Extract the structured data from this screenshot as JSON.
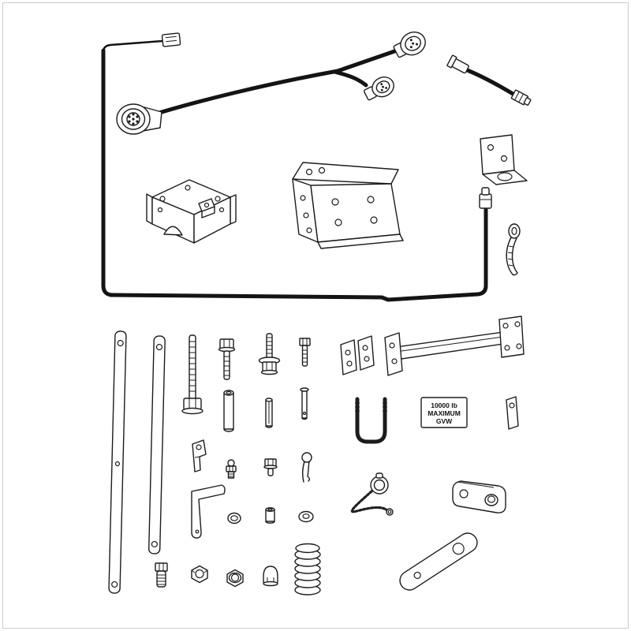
{
  "page": {
    "background": "#ffffff",
    "frame_color": "#cccccc"
  },
  "diagram": {
    "type": "parts-illustration",
    "subject": "trailer-hitch-wiring-and-hardware-kit",
    "line_color": "#1c1c1c",
    "cable_color": "#141414",
    "label_plate": {
      "line1": "10000 lb",
      "line2": "MAXIMUM",
      "line3": "GVW"
    },
    "parts": [
      "wiring-harness-cable",
      "harness-connector-round-left",
      "harness-connector-round-top",
      "harness-connector-round-mid",
      "harness-flat-connector-top-left",
      "harness-breakaway-connector-right",
      "jumper-cable",
      "angle-bracket",
      "receiver-channel-bracket",
      "mounting-bracket",
      "cable-tie",
      "side-strap-long",
      "side-strap-short",
      "carriage-bolt-long",
      "hex-bolt-medium",
      "flange-bolt",
      "hex-bolt-small",
      "mounting-plate-pair",
      "crossbar-with-end-plates",
      "spacer-tube",
      "roll-pin",
      "clevis-pin",
      "u-bolt",
      "gvw-rating-label",
      "shim-plate",
      "wiring-clip",
      "grease-fitting",
      "set-screw",
      "hitch-pin-clip",
      "dust-cap-with-chain",
      "clevis-block",
      "bent-retainer-pin",
      "o-ring",
      "small-spacer",
      "flat-washer",
      "support-bar-flat",
      "compression-spring",
      "threaded-stud-fitting",
      "hex-nut",
      "lock-nut",
      "cap-nut"
    ]
  }
}
